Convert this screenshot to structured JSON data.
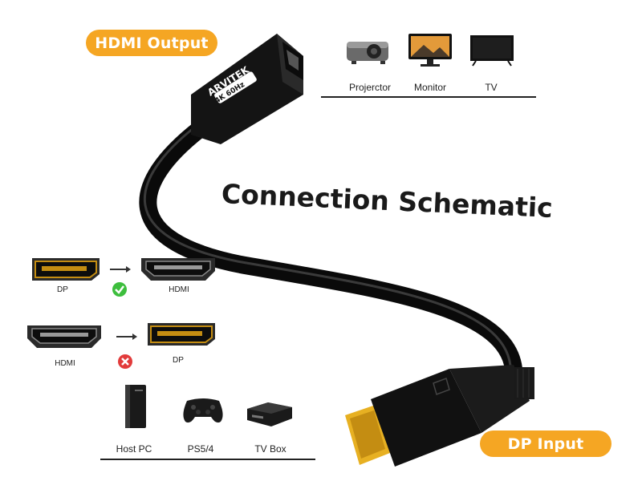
{
  "labels": {
    "hdmi_output": "HDMI Output",
    "dp_input": "DP Input",
    "title": "Connection Schematic",
    "brand": "ARVITEK",
    "resolution": "4K",
    "refresh": "60Hz"
  },
  "top_devices": [
    {
      "name": "Projerctor",
      "icon": "projector-icon"
    },
    {
      "name": "Monitor",
      "icon": "monitor-icon"
    },
    {
      "name": "TV",
      "icon": "tv-icon"
    }
  ],
  "bottom_devices": [
    {
      "name": "Host PC",
      "icon": "pc-tower-icon"
    },
    {
      "name": "PS5/4",
      "icon": "gamepad-icon"
    },
    {
      "name": "TV Box",
      "icon": "tv-box-icon"
    }
  ],
  "compatibility": [
    {
      "from": "DP",
      "to": "HDMI",
      "supported": true,
      "status_icon": "check-icon"
    },
    {
      "from": "HDMI",
      "to": "DP",
      "supported": false,
      "status_icon": "cross-icon"
    }
  ],
  "colors": {
    "orange": "#F5A623",
    "check_green": "#3DBE3D",
    "cross_red": "#E23B3B",
    "gold": "#E7B022",
    "cable_black": "#111111"
  }
}
